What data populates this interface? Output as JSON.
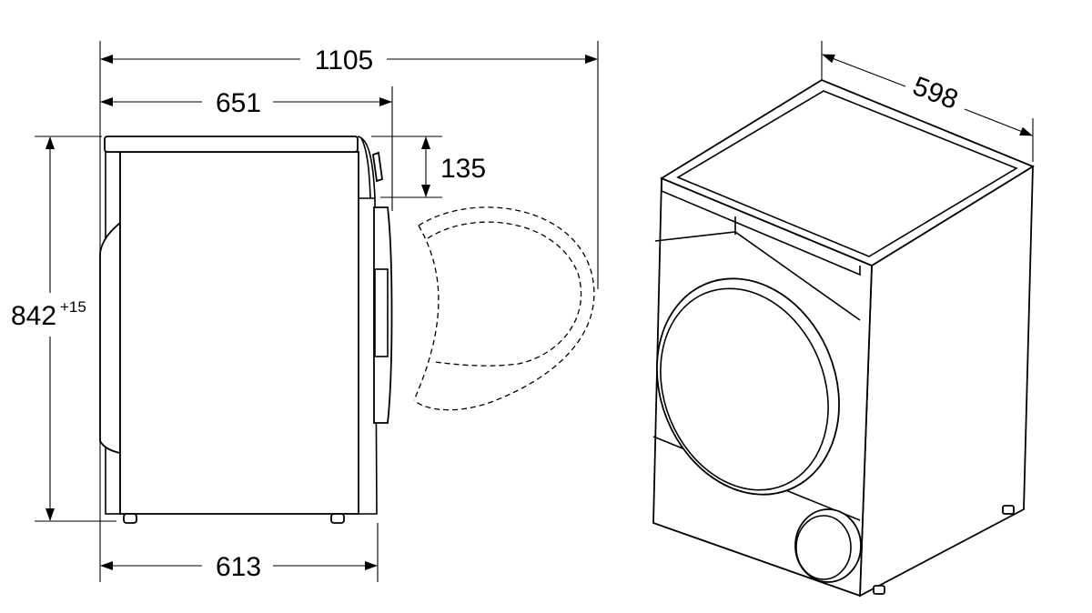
{
  "dimensions": {
    "total_depth_door_open": "1105",
    "depth_with_door": "651",
    "door_offset": "135",
    "height": "842",
    "height_tolerance": "+15",
    "body_depth": "613",
    "width": "598"
  },
  "colors": {
    "line": "#000000",
    "background": "#ffffff"
  }
}
